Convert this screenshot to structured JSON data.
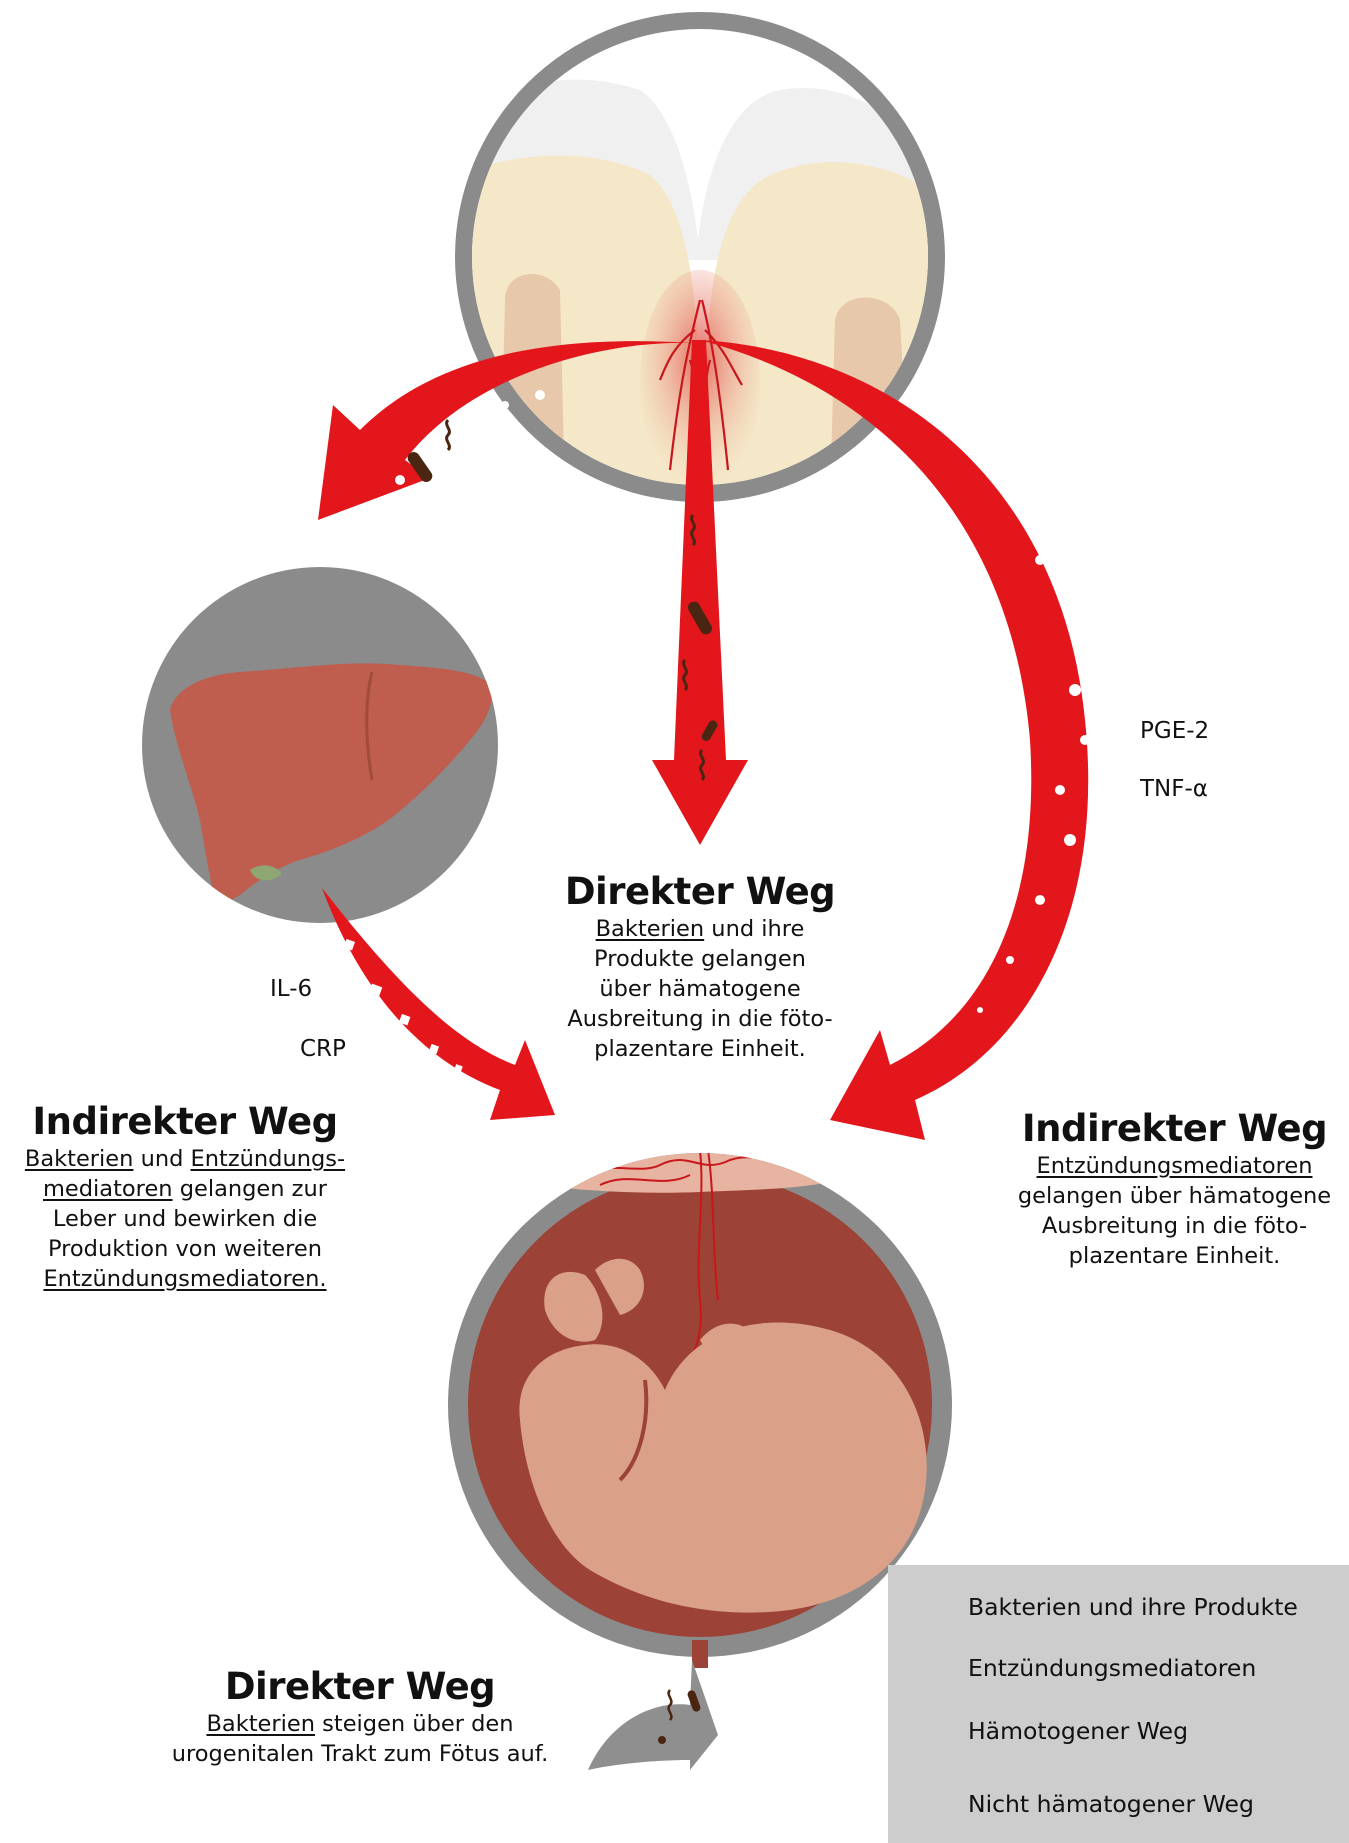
{
  "direct_blood": {
    "title": "Direkter Weg",
    "l1_u": "Bakterien",
    "l1_rest": " und ihre",
    "l2": "Produkte gelangen",
    "l3": "über hämatogene",
    "l4": "Ausbreitung in die föto-",
    "l5": "plazentare Einheit."
  },
  "indirect_liver": {
    "title": "Indirekter Weg",
    "l1_u1": "Bakterien",
    "l1_mid": " und ",
    "l1_u2": "Entzündungs-",
    "l2_u": "mediatoren",
    "l2_rest": " gelangen zur",
    "l3": "Leber und bewirken die",
    "l4": "Produktion von weiteren",
    "l5_u": "Entzündungsmediatoren."
  },
  "indirect_blood": {
    "title": "Indirekter Weg",
    "l1_u": "Entzündungsmediatoren",
    "l2": "gelangen über hämatogene",
    "l3": "Ausbreitung in die föto-",
    "l4": "plazentare Einheit."
  },
  "direct_ascending": {
    "title": "Direkter Weg",
    "l1_u": "Bakterien",
    "l1_rest": " steigen über den",
    "l2": "urogenitalen Trakt zum Fötus auf."
  },
  "mediators_right": {
    "m1": "PGE-2",
    "m2": "TNF-α"
  },
  "mediators_left": {
    "m1": "IL-6",
    "m2": "CRP"
  },
  "legend": {
    "bacteria": "Bakterien und ihre Produkte",
    "mediators": "Entzündungsmediatoren",
    "hematogenous": "Hämotogener Weg",
    "non_hematogenous": "Nicht hämatogener Weg"
  },
  "colors": {
    "red_arrow": "#e3161c",
    "gray_circle": "#8a8b8a",
    "gray_arrow": "#8f8f8f",
    "legend_bg": "#cdcdcd",
    "bacteria": "#4a2511",
    "liver": "#bf5e4f",
    "uterus": "#9c4236",
    "fetus": "#dba088",
    "tooth_dentin": "#f4e8c8",
    "tooth_pulp": "#e8c8aa"
  },
  "icons": [
    "tooth-icon",
    "liver-icon",
    "fetus-icon",
    "bacteria-icon",
    "mediator-dots-icon",
    "red-arrow-icon",
    "gray-arrow-icon"
  ]
}
